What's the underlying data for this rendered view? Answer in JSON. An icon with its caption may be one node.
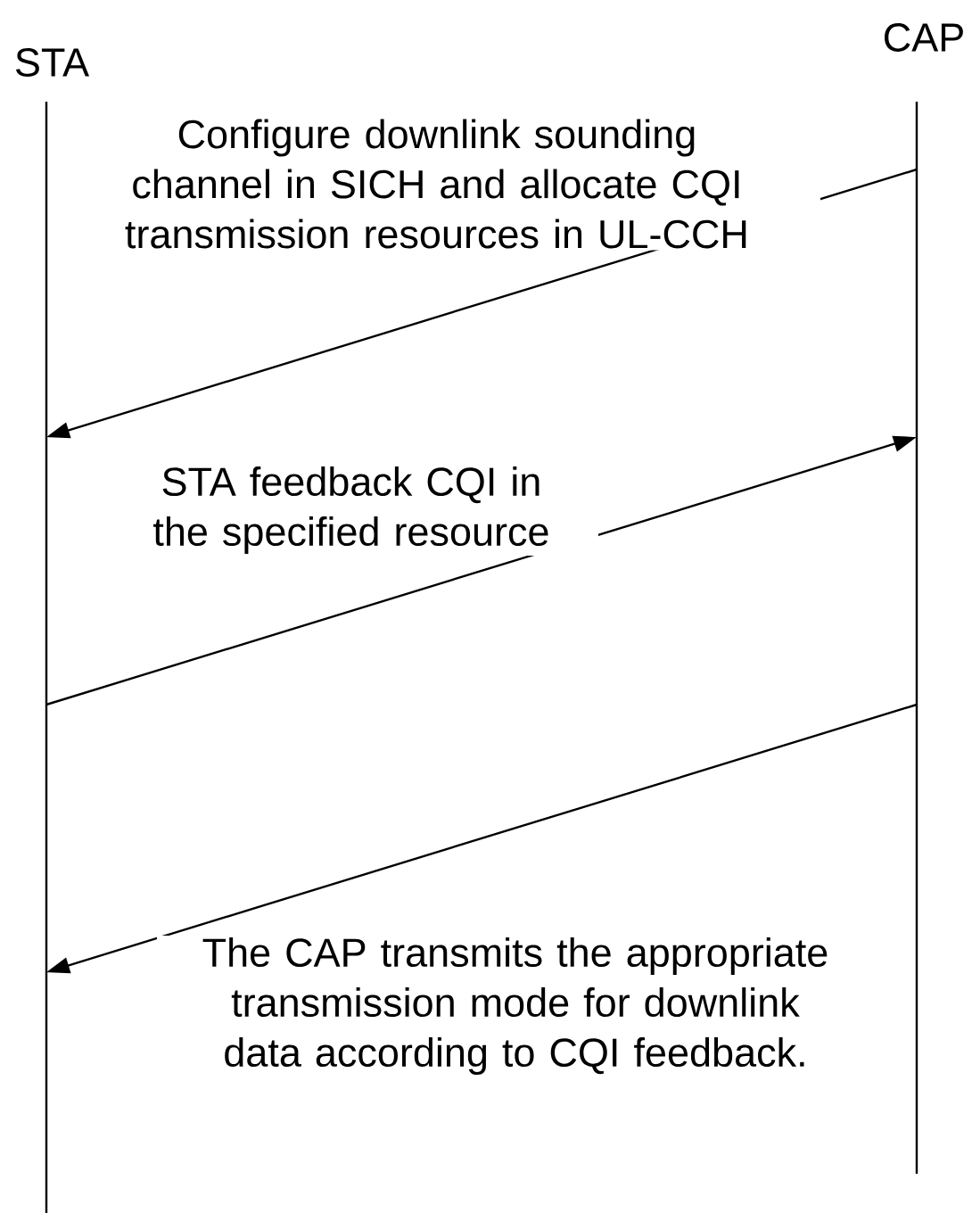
{
  "diagram": {
    "nodes": [
      {
        "text": [
          "STA"
        ]
      },
      {
        "text": [
          "CAP"
        ]
      }
    ],
    "edges": [
      {
        "from": 1,
        "to": 0,
        "arrow": "to",
        "label": "Configure downlink sounding channel in SICH and allocate CQI transmission resources in UL-CCH"
      },
      {
        "from": 0,
        "to": 1,
        "arrow": "to",
        "label": "STA feedback CQI in the specified resource"
      },
      {
        "from": 1,
        "to": 0,
        "arrow": "to",
        "label": "The CAP transmits the appropriate transmission mode for downlink data according to CQI feedback."
      }
    ]
  }
}
